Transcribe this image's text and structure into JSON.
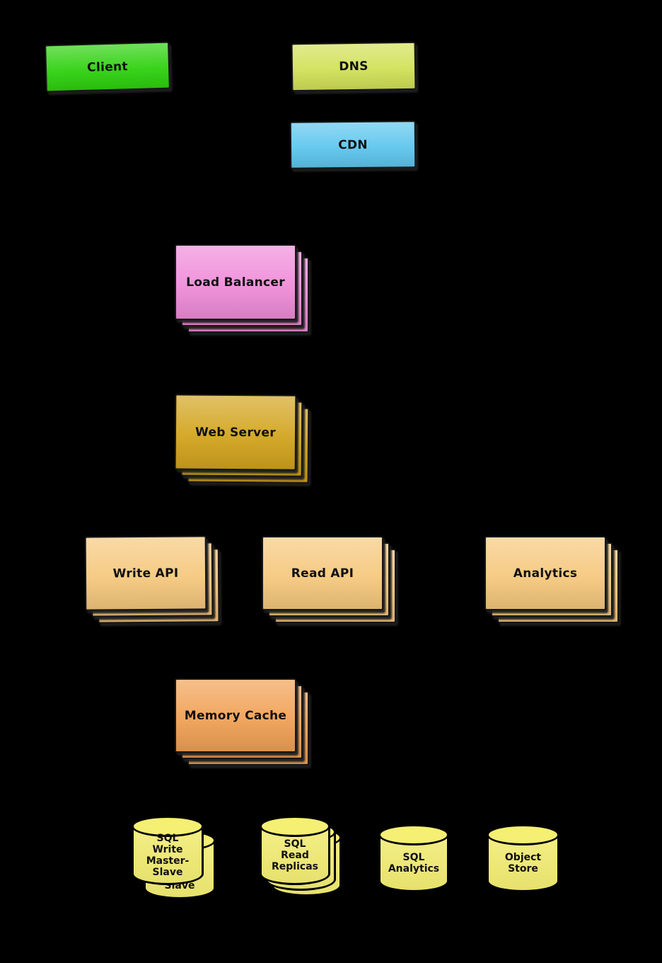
{
  "diagram": {
    "background": "#000000",
    "nodes": {
      "client": {
        "label": "Client",
        "color": "#2ed10e",
        "type": "box",
        "stack": 1
      },
      "dns": {
        "label": "DNS",
        "color": "#d2e158",
        "type": "box",
        "stack": 1
      },
      "cdn": {
        "label": "CDN",
        "color": "#5ec6ee",
        "type": "box",
        "stack": 1
      },
      "load_balancer": {
        "label": "Load Balancer",
        "color": "#ef8cd9",
        "type": "box",
        "stack": 3
      },
      "web_server": {
        "label": "Web Server",
        "color": "#d2a41e",
        "type": "box",
        "stack": 3
      },
      "write_api": {
        "label": "Write API",
        "color": "#f5c87d",
        "type": "box",
        "stack": 3
      },
      "read_api": {
        "label": "Read API",
        "color": "#f5c87d",
        "type": "box",
        "stack": 3
      },
      "analytics": {
        "label": "Analytics",
        "color": "#f5c87d",
        "type": "box",
        "stack": 3
      },
      "memory_cache": {
        "label": "Memory Cache",
        "color": "#f0a155",
        "type": "box",
        "stack": 3
      },
      "sql_write_master_slave": {
        "label": "SQL\nWrite\nMaster-\nSlave",
        "back_label": "Slave",
        "color": "#f5ef73",
        "type": "cylinder",
        "stack": 2
      },
      "sql_read_replicas": {
        "label": "SQL\nRead\nReplicas",
        "color": "#f5ef73",
        "type": "cylinder",
        "stack": 3
      },
      "sql_analytics": {
        "label": "SQL\nAnalytics",
        "color": "#f5ef73",
        "type": "cylinder",
        "stack": 1
      },
      "object_store": {
        "label": "Object\nStore",
        "color": "#f5ef73",
        "type": "cylinder",
        "stack": 1
      }
    }
  }
}
